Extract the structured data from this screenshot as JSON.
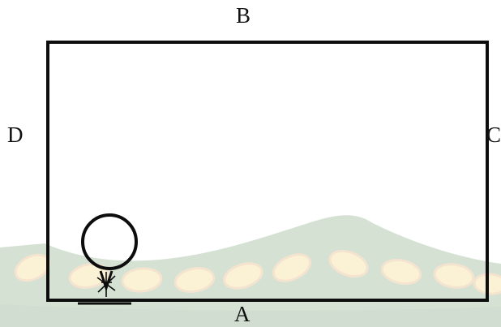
{
  "labels": {
    "top": "B",
    "left": "D",
    "right": "C",
    "bottom": "A"
  },
  "colors": {
    "outline": "#0d0d0d",
    "watermark_green": "#3f7a3a",
    "watermark_yellow": "#e9c84f",
    "background": "#ffffff"
  },
  "watermark": {
    "icon": "institution-logo-watermark"
  }
}
